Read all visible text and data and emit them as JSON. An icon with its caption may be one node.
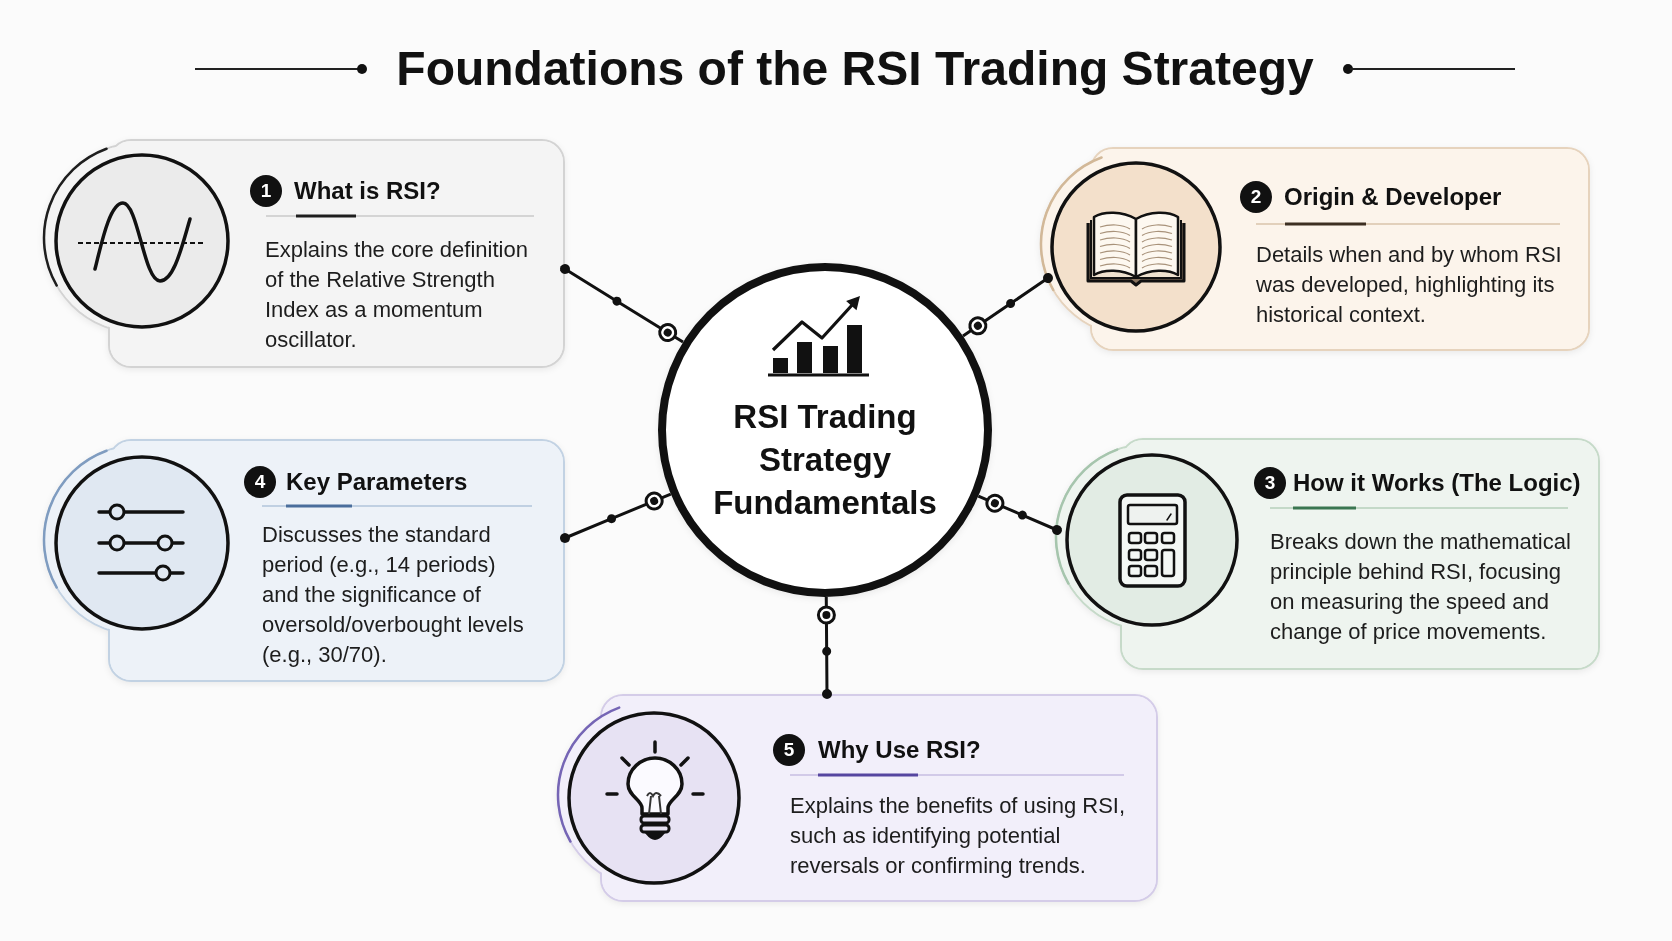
{
  "diagram": {
    "title": "Foundations of the RSI Trading Strategy",
    "nodes": [
      {
        "text": [
          "1",
          "What is RSI?",
          "Explains the core definition of the Relative Strength Index as a momentum oscillator."
        ]
      },
      {
        "text": [
          "2",
          "Origin & Developer",
          "Details when and by whom RSI was developed, highlighting its historical context."
        ]
      },
      {
        "text": [
          "RSI Trading Strategy Fundamentals"
        ]
      },
      {
        "text": [
          "4",
          "Key Parameters",
          "Discusses the standard period (e.g., 14 periods) and the significance of oversold/overbought levels (e.g., 30/70)."
        ]
      },
      {
        "text": [
          "3",
          "How it Works (The Logic)",
          "Breaks down the mathematical principle behind RSI, focusing on measuring the speed and change of price movements."
        ]
      },
      {
        "text": [
          "5",
          "Why Use RSI?",
          "Explains the benefits of using RSI, such as identifying potential reversals or confirming trends."
        ]
      }
    ],
    "edges": [
      {
        "from": 2,
        "to": 0,
        "arrow": "other"
      },
      {
        "from": 2,
        "to": 1,
        "arrow": "other"
      },
      {
        "from": 2,
        "to": 3,
        "arrow": "other"
      },
      {
        "from": 2,
        "to": 4,
        "arrow": "other"
      },
      {
        "from": 2,
        "to": 5,
        "arrow": "other"
      }
    ]
  }
}
